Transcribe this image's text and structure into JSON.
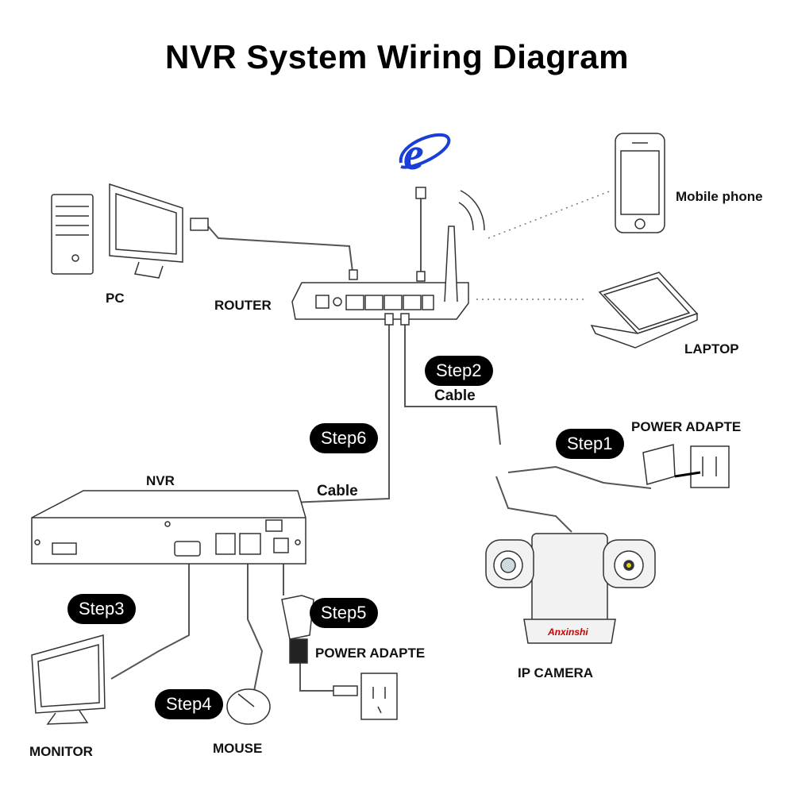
{
  "title": "NVR System Wiring Diagram",
  "labels": {
    "pc": "PC",
    "router": "ROUTER",
    "mobile_phone": "Mobile phone",
    "laptop": "LAPTOP",
    "nvr": "NVR",
    "cable_router": "Cable",
    "cable_nvr": "Cable",
    "power_adapter_camera": "POWER ADAPTE",
    "power_adapter_nvr": "POWER ADAPTE",
    "ip_camera": "IP  CAMERA",
    "monitor": "MONITOR",
    "mouse": "MOUSE",
    "camera_brand": "Anxinshi"
  },
  "steps": {
    "step1": "Step1",
    "step2": "Step2",
    "step3": "Step3",
    "step4": "Step4",
    "step5": "Step5",
    "step6": "Step6"
  },
  "icons": {
    "browser": "internet-explorer-icon"
  },
  "colors": {
    "browser_blue": "#1a3fd6",
    "step_badge": "#000000"
  }
}
